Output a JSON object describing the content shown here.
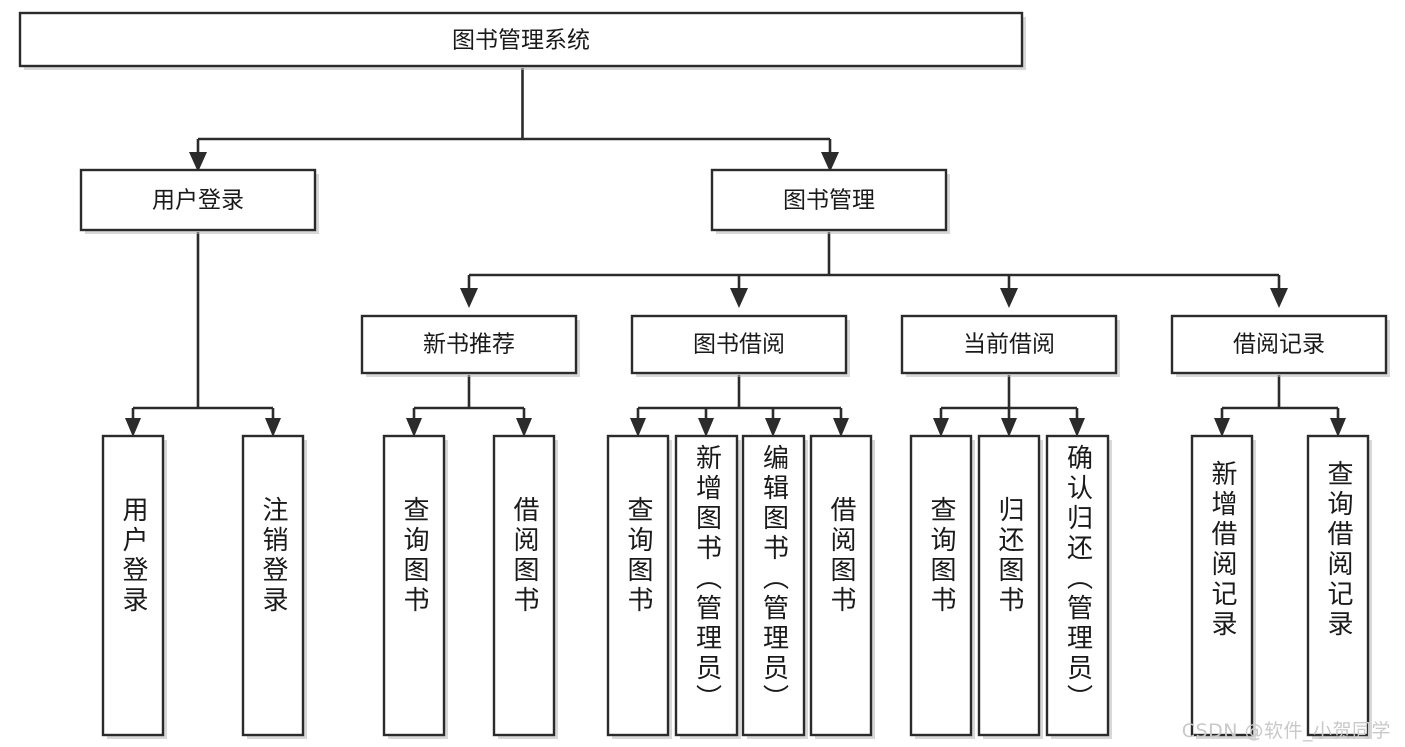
{
  "diagram": {
    "title": "图书管理系统",
    "watermark": "CSDN @软件_小贺同学",
    "colors": {
      "stroke": "#2b2b2b",
      "fill": "#ffffff",
      "text": "#1a1a1a",
      "shadow": "#b8b8b8",
      "watermark": "#c9c9c9"
    },
    "root": {
      "label": "图书管理系统"
    },
    "level1": [
      {
        "id": "user-login",
        "label": "用户登录"
      },
      {
        "id": "book-manage",
        "label": "图书管理"
      }
    ],
    "level2": [
      {
        "id": "new-book-rec",
        "label": "新书推荐",
        "parent": "book-manage"
      },
      {
        "id": "book-borrow",
        "label": "图书借阅",
        "parent": "book-manage"
      },
      {
        "id": "current-borrow",
        "label": "当前借阅",
        "parent": "book-manage"
      },
      {
        "id": "borrow-record",
        "label": "借阅记录",
        "parent": "book-manage"
      }
    ],
    "leaves": [
      {
        "id": "leaf-user-login",
        "label": "用户登录",
        "parent": "user-login"
      },
      {
        "id": "leaf-logout",
        "label": "注销登录",
        "parent": "user-login"
      },
      {
        "id": "leaf-query-book-1",
        "label": "查询图书",
        "parent": "new-book-rec"
      },
      {
        "id": "leaf-borrow-book-1",
        "label": "借阅图书",
        "parent": "new-book-rec"
      },
      {
        "id": "leaf-query-book-2",
        "label": "查询图书",
        "parent": "book-borrow"
      },
      {
        "id": "leaf-add-book",
        "label": "新增图书（管理员）",
        "parent": "book-borrow"
      },
      {
        "id": "leaf-edit-book",
        "label": "编辑图书（管理员）",
        "parent": "book-borrow"
      },
      {
        "id": "leaf-borrow-book-2",
        "label": "借阅图书",
        "parent": "book-borrow"
      },
      {
        "id": "leaf-query-book-3",
        "label": "查询图书",
        "parent": "current-borrow"
      },
      {
        "id": "leaf-return-book",
        "label": "归还图书",
        "parent": "current-borrow"
      },
      {
        "id": "leaf-confirm-return",
        "label": "确认归还（管理员）",
        "parent": "current-borrow"
      },
      {
        "id": "leaf-add-record",
        "label": "新增借阅记录",
        "parent": "borrow-record"
      },
      {
        "id": "leaf-query-record",
        "label": "查询借阅记录",
        "parent": "borrow-record"
      }
    ]
  }
}
